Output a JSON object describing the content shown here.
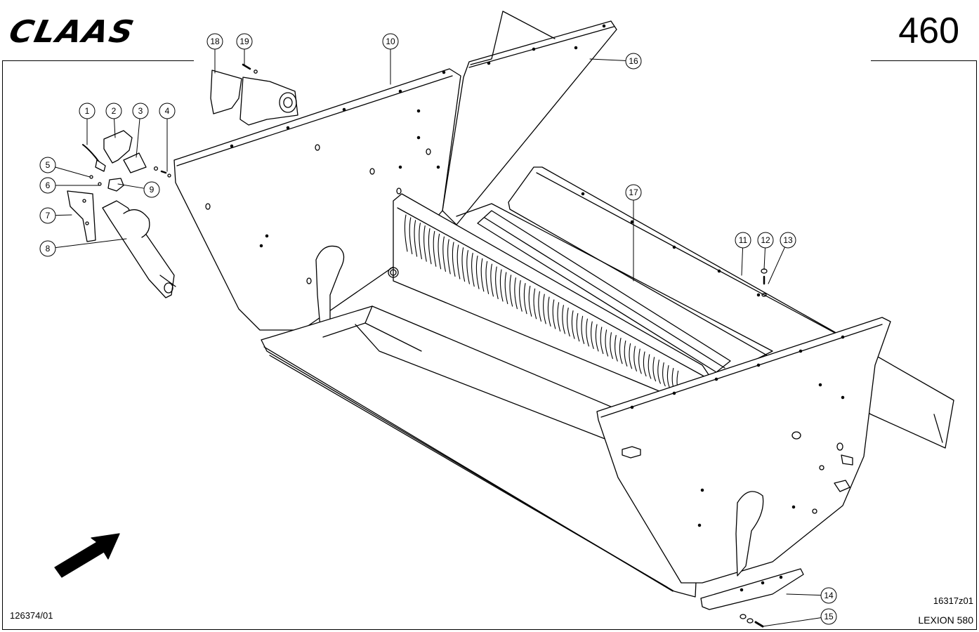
{
  "header": {
    "brand": "CLAAS",
    "page_number": "460"
  },
  "footer": {
    "drawing_ref": "126374/01",
    "figure_code": "16317z01",
    "model": "LEXION 580"
  },
  "callouts": [
    "1",
    "2",
    "3",
    "4",
    "5",
    "6",
    "7",
    "8",
    "9",
    "10",
    "11",
    "12",
    "13",
    "14",
    "15",
    "16",
    "17",
    "18",
    "19"
  ],
  "icons": {
    "direction_arrow": "travel-direction-arrow-icon"
  }
}
